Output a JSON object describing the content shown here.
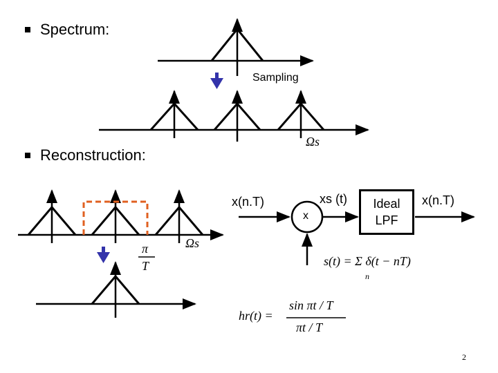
{
  "bullets": {
    "spectrum": "Spectrum:",
    "reconstruction": "Reconstruction:"
  },
  "labels": {
    "sampling": "Sampling",
    "omega_s_top": "Ωs",
    "omega_s_bottom": "Ωs",
    "pi_over_t_num": "π",
    "pi_over_t_den": "T",
    "input_signal": "x(n.T)",
    "multiplier": "x",
    "sampled_signal": "xs (t)",
    "filter_line1": "Ideal",
    "filter_line2": "LPF",
    "output_signal": "x(n.T)",
    "impulse_train": "s(t) = Σ δ(t − nT)",
    "impulse_train_index": "n",
    "hr_lhs": "hr(t) =",
    "hr_num": "sin πt / T",
    "hr_den": "πt / T"
  },
  "page_number": "2",
  "colors": {
    "down_arrow": "#3333aa",
    "reconstruction_window": "#e06020"
  }
}
